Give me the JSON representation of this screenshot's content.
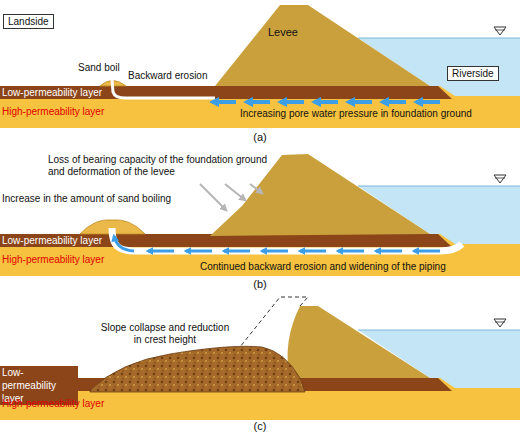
{
  "diagram": {
    "nodes": [
      {
        "text": [
          "Landside"
        ]
      },
      {
        "text": [
          "Riverside"
        ]
      }
    ],
    "labels": [
      "Levee",
      "Sand boil",
      "Backward erosion",
      "Low-permeability layer",
      "High-permeability layer",
      "Increasing pore water pressure in foundation ground",
      "(a)",
      "Loss of bearing capacity of the foundation ground and deformation of the levee",
      "Increase in the amount of sand boiling",
      "Low-permeability layer",
      "High-permeability layer",
      "Continued backward erosion and widening of the piping",
      "(b)",
      "Slope collapse and reduction in crest height",
      "Low-permeability layer",
      "High-permeability layer",
      "(c)"
    ]
  }
}
